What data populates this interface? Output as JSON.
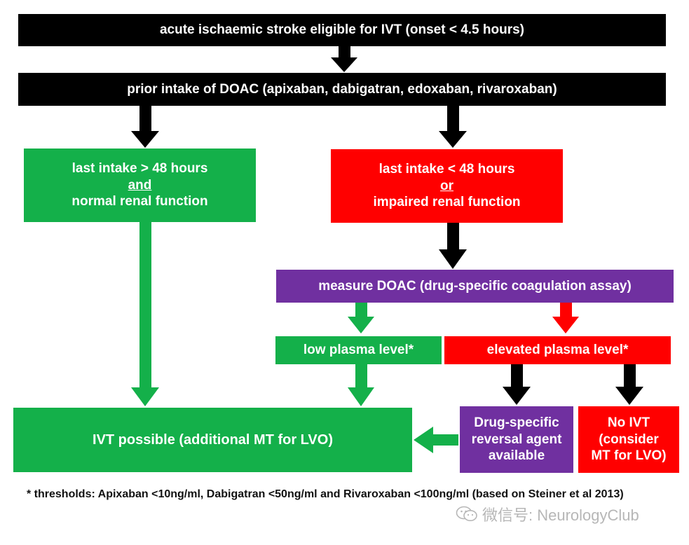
{
  "boxes": {
    "eligible": "acute ischaemic stroke eligible for IVT (onset < 4.5 hours)",
    "doac": "prior intake of DOAC (apixaban, dabigatran, edoxaban, rivaroxaban)",
    "over48": {
      "line1": "last intake > 48 hours",
      "line2": "and",
      "line3": "normal renal function"
    },
    "under48": {
      "line1": "last intake < 48 hours",
      "line2": "or",
      "line3": "impaired renal function"
    },
    "measure": "measure DOAC (drug-specific coagulation assay)",
    "low": "low plasma level*",
    "elevated": "elevated plasma level*",
    "ivt_possible": "IVT possible (additional MT for LVO)",
    "reversal": {
      "line1": "Drug-specific",
      "line2": "reversal agent",
      "line3": "available"
    },
    "no_ivt": {
      "line1": "No IVT",
      "line2": "(consider",
      "line3": "MT for LVO)"
    }
  },
  "footnote": "* thresholds: Apixaban <10ng/ml, Dabigatran <50ng/ml and Rivaroxaban <100ng/ml (based on Steiner et al 2013)",
  "watermark": "微信号: NeurologyClub",
  "colors": {
    "black": "#000000",
    "green": "#14b04a",
    "red": "#ff0000",
    "purple": "#7030a0"
  }
}
